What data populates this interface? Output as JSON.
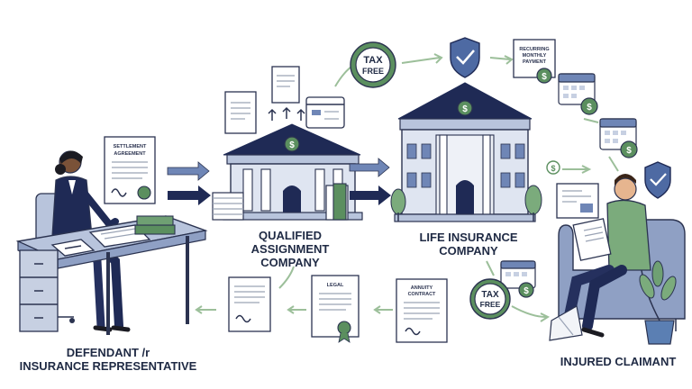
{
  "labels": {
    "defendant_line1": "DEFENDANT /r",
    "defendant_line2": "INSURANCE REPRESENTATIVE",
    "qualified_line1": "QUALIFIED",
    "qualified_line2": "ASSIGNMENT",
    "qualified_line3": "COMPANY",
    "life_line1": "LIFE INSURANCE",
    "life_line2": "COMPANY",
    "claimant": "INJURED CLAIMANT"
  },
  "documents": {
    "settlement_line1": "SETTLEMENT",
    "settlement_line2": "AGREEMENT",
    "legal": "LEGAL",
    "annuity_line1": "ANNUITY",
    "annuity_line2": "CONTRACT",
    "recurring_line1": "RECURRING",
    "recurring_line2": "MONTHLY",
    "recurring_line3": "PAYMENT"
  },
  "badges": {
    "tax_top_line1": "TAX",
    "tax_top_line2": "FREE",
    "tax_bottom_line1": "TAX",
    "tax_bottom_line2": "FREE"
  },
  "icons": {
    "coin_symbol": "$"
  },
  "colors": {
    "navy": "#1f2a55",
    "slate_blue": "#4e6aa3",
    "accent_green": "#5b8f5f",
    "arrow_green": "#9cbf9a",
    "building_fill": "#dfe5f1"
  }
}
